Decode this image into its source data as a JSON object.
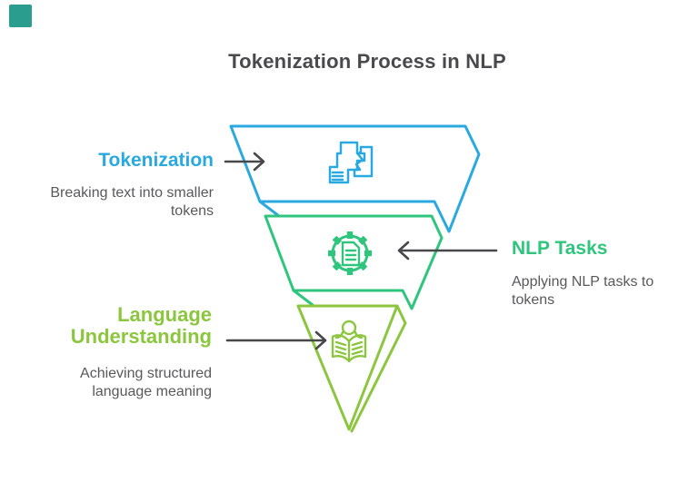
{
  "page": {
    "title": "Tokenization Process in NLP",
    "background_color": "#ffffff",
    "title_color": "#4a4a4c",
    "body_text_color": "#58595b",
    "arrow_color": "#48484a"
  },
  "logo_square": {
    "color": "#2a9d8f"
  },
  "funnel": {
    "type": "inverted-pyramid-3-levels",
    "levels": [
      {
        "id": "tokenization",
        "label": "Tokenization",
        "description": "Breaking text into smaller\ntokens",
        "color": "#29a9e0",
        "icon": "puzzle-pieces-icon",
        "label_side": "left"
      },
      {
        "id": "nlp-tasks",
        "label": "NLP Tasks",
        "description": "Applying NLP tasks to\ntokens",
        "color": "#2fc57d",
        "icon": "gear-document-icon",
        "label_side": "right"
      },
      {
        "id": "language-understanding",
        "label": "Language\nUnderstanding",
        "description": "Achieving structured\nlanguage meaning",
        "color": "#8cc63f",
        "icon": "person-reading-book-icon",
        "label_side": "left"
      }
    ]
  }
}
